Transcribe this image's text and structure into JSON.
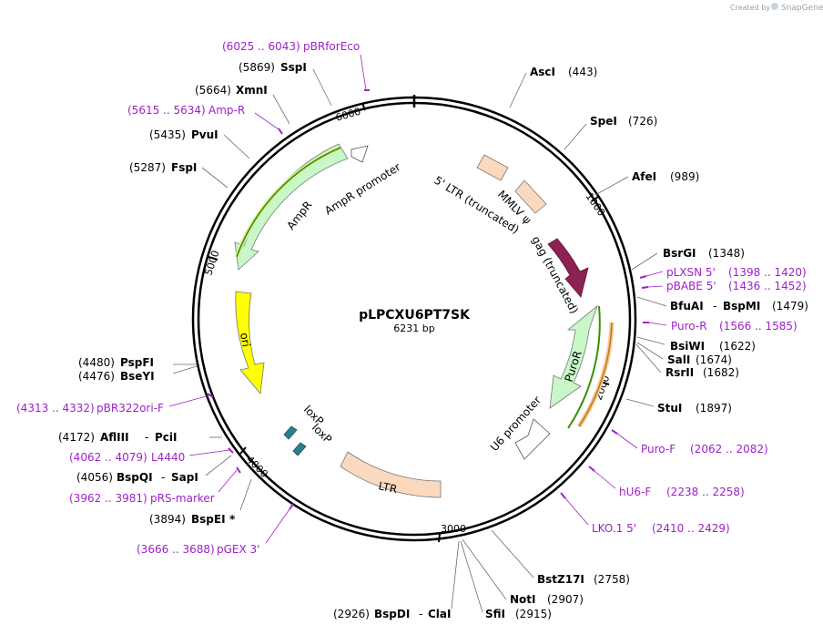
{
  "header": {
    "credit": "Created by",
    "brand": "SnapGene"
  },
  "plasmid": {
    "name": "pLPCXU6PT7SK",
    "length_label": "6231 bp",
    "length": 6231,
    "ticks": [
      "1000",
      "2000",
      "3000",
      "4000",
      "5000",
      "6000"
    ]
  },
  "colors": {
    "backbone": "#000000",
    "site_text": "#000000",
    "primer": "#a020c8",
    "leader": "#6b6b6b",
    "ltr": "#fbd9bf",
    "gag": "#8b2252",
    "puro": "#c8f7c8",
    "ampr": "#c8f7c8",
    "ori": "#ffff00",
    "loxp": "#2a7f8f",
    "promoter": "#ffffff",
    "green_line": "#3a8f00",
    "orange_line": "#c0761a"
  },
  "features": [
    {
      "name": "5' LTR (truncated)",
      "color": "#fbd9bf"
    },
    {
      "name": "MMLV ψ",
      "color": "#fbd9bf"
    },
    {
      "name": "gag (truncated)",
      "color": "#8b2252"
    },
    {
      "name": "PuroR",
      "color": "#c8f7c8"
    },
    {
      "name": "U6 promoter",
      "color": "#ffffff"
    },
    {
      "name": "LTR",
      "color": "#fbd9bf"
    },
    {
      "name": "loxP",
      "color": "#2a7f8f"
    },
    {
      "name": "loxP",
      "color": "#2a7f8f"
    },
    {
      "name": "ori",
      "color": "#ffff00"
    },
    {
      "name": "AmpR",
      "color": "#c8f7c8"
    },
    {
      "name": "AmpR promoter",
      "color": "#ffffff"
    }
  ],
  "sites": {
    "ascI": {
      "name": "AscI",
      "pos": "(443)"
    },
    "speI": {
      "name": "SpeI",
      "pos": "(726)"
    },
    "afeI": {
      "name": "AfeI",
      "pos": "(989)"
    },
    "bsrGI": {
      "name": "BsrGI",
      "pos": "(1348)"
    },
    "bfuAI": {
      "name": "BfuAI",
      "sep": "-",
      "name2": "BspMI",
      "pos": "(1479)"
    },
    "bsiWI": {
      "name": "BsiWI",
      "pos": "(1622)"
    },
    "salI": {
      "name": "SalI",
      "pos": "(1674)"
    },
    "rsrII": {
      "name": "RsrII",
      "pos": "(1682)"
    },
    "stuI": {
      "name": "StuI",
      "pos": "(1897)"
    },
    "bstZ17I": {
      "name": "BstZ17I",
      "pos": "(2758)"
    },
    "notI": {
      "name": "NotI",
      "pos": "(2907)"
    },
    "sfiI": {
      "name": "SfiI",
      "pos": "(2915)"
    },
    "bspDI": {
      "pos": "(2926)",
      "name": "BspDI",
      "sep": "-",
      "name2": "ClaI"
    },
    "bspEI": {
      "pos": "(3894)",
      "name": "BspEI",
      "mark": "*"
    },
    "bspQI": {
      "pos": "(4056)",
      "name": "BspQI",
      "sep": "-",
      "name2": "SapI"
    },
    "aflIII": {
      "pos": "(4172)",
      "name": "AflIII",
      "sep": "-",
      "name2": "PciI"
    },
    "bseYI": {
      "pos": "(4476)",
      "name": "BseYI"
    },
    "pspFI": {
      "pos": "(4480)",
      "name": "PspFI"
    },
    "fspI": {
      "pos": "(5287)",
      "name": "FspI"
    },
    "pvuI": {
      "pos": "(5435)",
      "name": "PvuI"
    },
    "xmnI": {
      "pos": "(5664)",
      "name": "XmnI"
    },
    "sspI": {
      "pos": "(5869)",
      "name": "SspI"
    }
  },
  "primers": {
    "pLXSN": {
      "name": "pLXSN 5'",
      "range": "(1398 .. 1420)"
    },
    "pBABE": {
      "name": "pBABE 5'",
      "range": "(1436 .. 1452)"
    },
    "puroR": {
      "name": "Puro-R",
      "range": "(1566 .. 1585)"
    },
    "puroF": {
      "name": "Puro-F",
      "range": "(2062 .. 2082)"
    },
    "hU6F": {
      "name": "hU6-F",
      "range": "(2238 .. 2258)"
    },
    "lko1": {
      "name": "LKO.1 5'",
      "range": "(2410 .. 2429)"
    },
    "pGEX3": {
      "range": "(3666 .. 3688)",
      "name": "pGEX 3'"
    },
    "pRSmarker": {
      "range": "(3962 .. 3981)",
      "name": "pRS-marker"
    },
    "l4440": {
      "range": "(4062 .. 4079)",
      "name": "L4440"
    },
    "pBR322ori": {
      "range": "(4313 .. 4332)",
      "name": "pBR322ori-F"
    },
    "ampR": {
      "range": "(5615 .. 5634)",
      "name": "Amp-R"
    },
    "pBRforEco": {
      "range": "(6025 .. 6043)",
      "name": "pBRforEco"
    }
  }
}
